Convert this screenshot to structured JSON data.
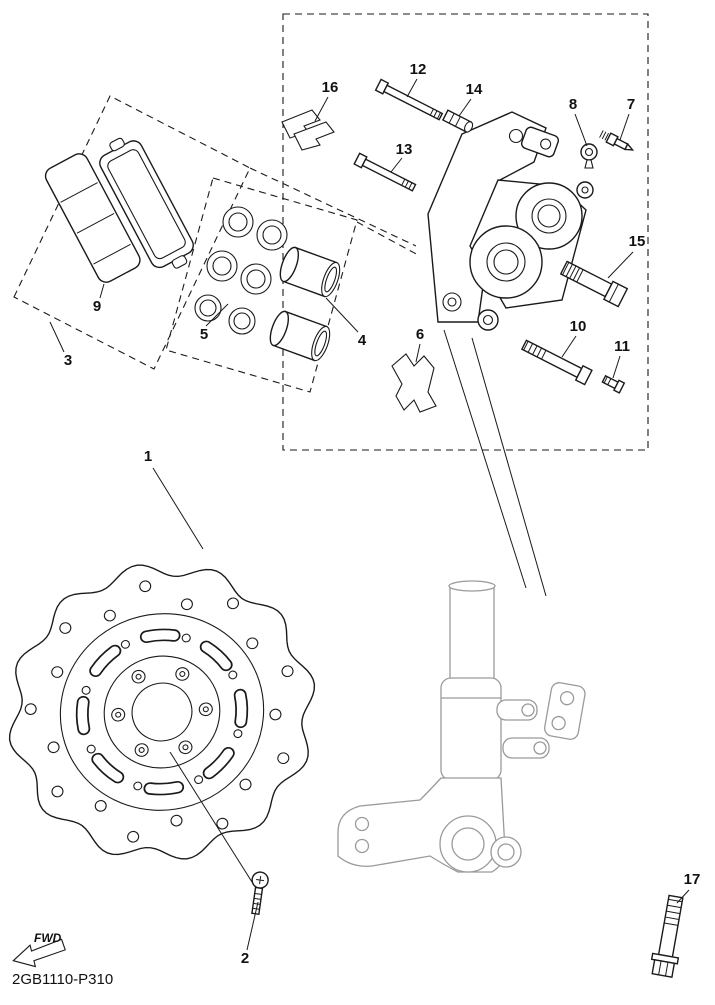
{
  "diagram": {
    "code": "2GB1110-P310",
    "fwd_label": "FWD",
    "callouts": [
      {
        "num": "1"
      },
      {
        "num": "2"
      },
      {
        "num": "3"
      },
      {
        "num": "4"
      },
      {
        "num": "5"
      },
      {
        "num": "6"
      },
      {
        "num": "7"
      },
      {
        "num": "8"
      },
      {
        "num": "9"
      },
      {
        "num": "10"
      },
      {
        "num": "11"
      },
      {
        "num": "12"
      },
      {
        "num": "13"
      },
      {
        "num": "14"
      },
      {
        "num": "15"
      },
      {
        "num": "16"
      },
      {
        "num": "17"
      }
    ],
    "colors": {
      "line": "#1a1a1a",
      "fork_gray": "#9a9a9a",
      "background": "#ffffff"
    }
  }
}
